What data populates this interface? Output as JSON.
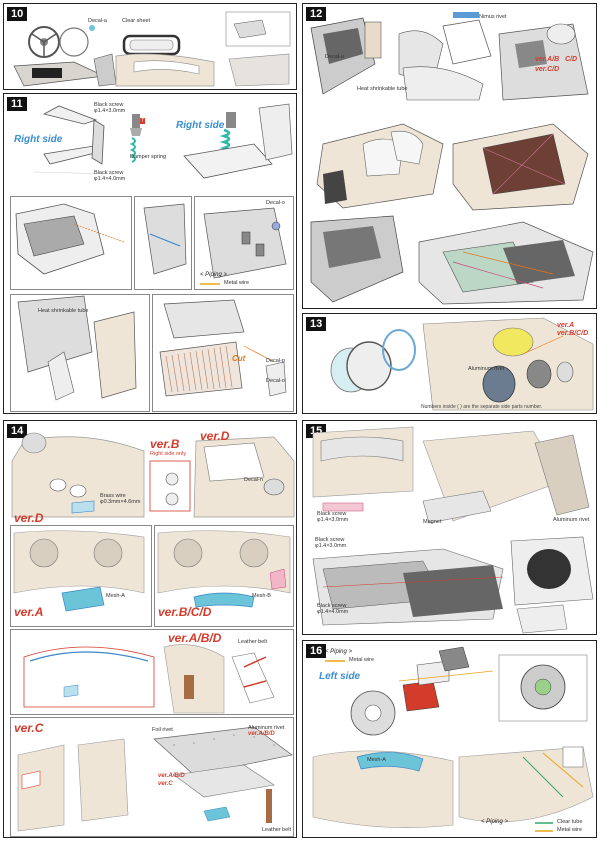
{
  "steps": {
    "s10": "10",
    "s11": "11",
    "s12": "12",
    "s13": "13",
    "s14": "14",
    "s15": "15",
    "s16": "16"
  },
  "sides": {
    "right_side_1": "Right side",
    "right_side_2": "Right side",
    "left_side": "Left side"
  },
  "versions": {
    "ver_b": "ver.B",
    "ver_b_sub": "Right side only",
    "ver_d_top": "ver.D",
    "ver_d_left": "ver.D",
    "ver_a": "ver.A",
    "ver_bcd": "ver.B/C/D",
    "ver_abd": "ver.A/B/D",
    "ver_c": "ver.C",
    "ver_ab_12": "ver.A/B",
    "ver_c_12": "C/D",
    "ver_c_12b": "ver.C/D",
    "ver_a_13": "ver.A",
    "ver_bcd_13": "ver.B/C/D",
    "ver_abd_14": "ver.A/B/D",
    "ver_ab_14": "ver.A/B/D",
    "ver_c_14": "ver.C"
  },
  "labels": {
    "decal_a": "Decal-a",
    "clear_sheet": "Clear sheet",
    "black_screw_1": "Black screw",
    "screw_size_1": "φ1.4×3.0mm",
    "black_screw_2": "Black screw",
    "screw_size_2": "φ1.4×4.0mm",
    "damper_spring": "Damper spring",
    "piping_title_11": "< Piping >",
    "metal_wire_11": "Metal wire",
    "heat_shrink_11": "Heat shrinkable tube",
    "heat_shrink_12": "Heat shrinkable tube",
    "cut": "Cut",
    "decal_p": "Decal-p",
    "decal_o": "Decal-o",
    "nimus_rivet": "Nimus rivet",
    "decal_u": "Decal-u",
    "brass_wire": "Brass wire",
    "brass_size": "φ0.3mm×4.6mm",
    "decal_n": "Decal-n",
    "mesh_a": "Mesh-A",
    "mesh_b": "Mesh-B",
    "leather_belt": "Leather belt",
    "leather_belt_2": "Leather belt",
    "foil_rivet": "Foil rivet",
    "aluminum_rivet": "Aluminum rivet",
    "aluminum_rivet_2": "Aluminum rivet",
    "aluminum_rivet_3": "Aluminum rivet",
    "black_screw_15": "Black screw",
    "screw_size_15": "φ1.4×3.0mm",
    "black_screw_15b": "Black screw",
    "screw_size_15b": "φ1.4×3.0mm",
    "black_screw_15c": "Black screw",
    "screw_size_15c": "φ1.4×4.0mm",
    "magnet": "Magnet",
    "piping_title_16": "< Piping >",
    "metal_wire_16": "Metal wire",
    "piping_title_16b": "< Piping >",
    "clear_tube": "Clear tube",
    "metal_wire_16b": "Metal wire",
    "mesh_a_16": "Mesh-A",
    "numbers_note_13": "Numbers inside ( ) are the separate side parts number."
  },
  "colors": {
    "accent_red": "#d33b2a",
    "accent_blue": "#3a8ed1",
    "cyan_part": "#6cc4d8",
    "orange_line": "#e8731a",
    "cream": "#efe5d6"
  }
}
